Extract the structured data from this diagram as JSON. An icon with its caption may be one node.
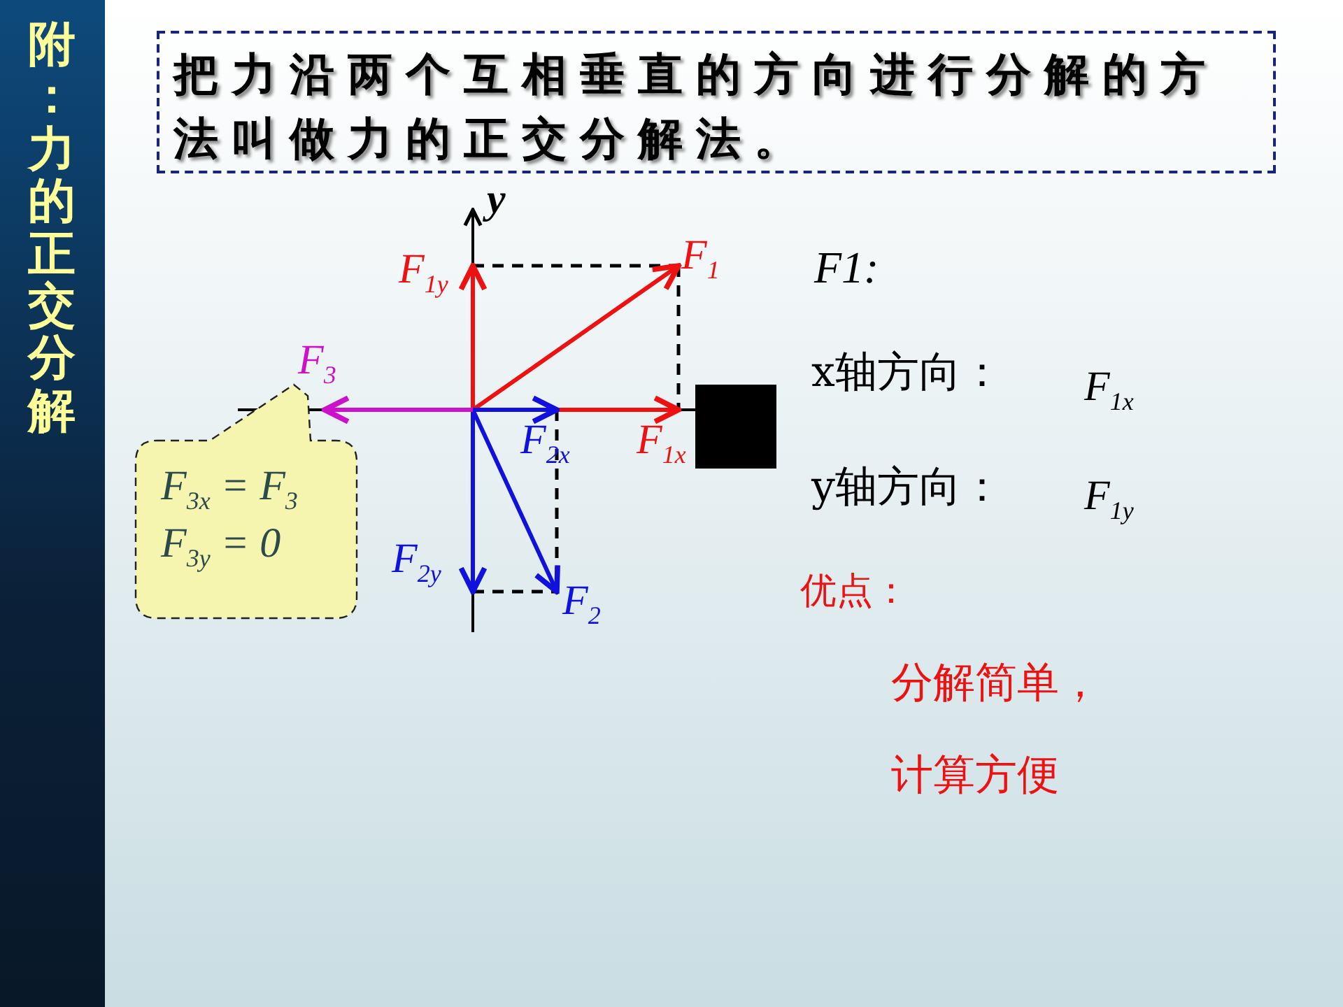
{
  "diagram": {
    "title": "附：力的正交分解",
    "nodes": [
      {
        "text": [
          "把力沿两个互相垂直的方向进行分解的方法叫做力的正交分解法。"
        ]
      },
      {
        "text": [
          "F$_{3x}$ = F$_{3}$",
          "F$_{3y}$ = 0"
        ]
      }
    ],
    "labels": [
      "y",
      "F$_{1}$",
      "F$_{1y}$",
      "F$_{3}$",
      "F$_{2x}$",
      "F$_{1x}$",
      "F$_{2y}$",
      "F$_{2}$",
      "F1:",
      "x轴方向：",
      "F$_{1x}$",
      "y轴方向：",
      "F$_{1y}$",
      "优点：",
      "分解简单，",
      "计算方便"
    ]
  }
}
